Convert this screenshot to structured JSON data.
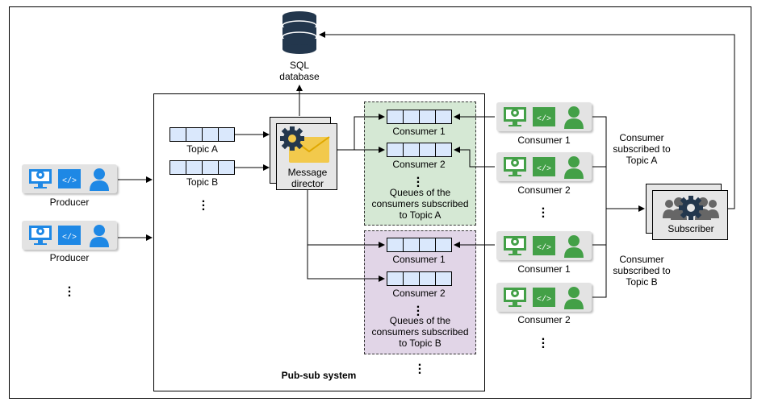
{
  "database": {
    "label_line1": "SQL",
    "label_line2": "database"
  },
  "system": {
    "label": "Pub-sub system"
  },
  "topics": [
    {
      "label": "Topic A"
    },
    {
      "label": "Topic B"
    }
  ],
  "director": {
    "line1": "Message",
    "line2": "director"
  },
  "queues_a": {
    "consumer1": "Consumer 1",
    "consumer2": "Consumer 2",
    "desc1": "Queues of the",
    "desc2": "consumers subscribed",
    "desc3": "to Topic A"
  },
  "queues_b": {
    "consumer1": "Consumer 1",
    "consumer2": "Consumer 2",
    "desc1": "Queues of the",
    "desc2": "consumers subscribed",
    "desc3": "to Topic B"
  },
  "producers": [
    {
      "label": "Producer"
    },
    {
      "label": "Producer"
    }
  ],
  "consumers_a": [
    {
      "label": "Consumer 1"
    },
    {
      "label": "Consumer 2"
    }
  ],
  "consumers_b": [
    {
      "label": "Consumer 1"
    },
    {
      "label": "Consumer 2"
    }
  ],
  "groups": {
    "a": {
      "line1": "Consumer",
      "line2": "subscribed to",
      "line3": "Topic A"
    },
    "b": {
      "line1": "Consumer",
      "line2": "subscribed to",
      "line3": "Topic B"
    }
  },
  "subscriber": {
    "label": "Subscriber"
  },
  "colors": {
    "topic_a_bg": "#d5e8d4",
    "topic_b_bg": "#e1d5e7",
    "queue_cell": "#dae8fc",
    "producer_blue": "#1e88e5",
    "consumer_green": "#43a047",
    "db_navy": "#23374d"
  }
}
